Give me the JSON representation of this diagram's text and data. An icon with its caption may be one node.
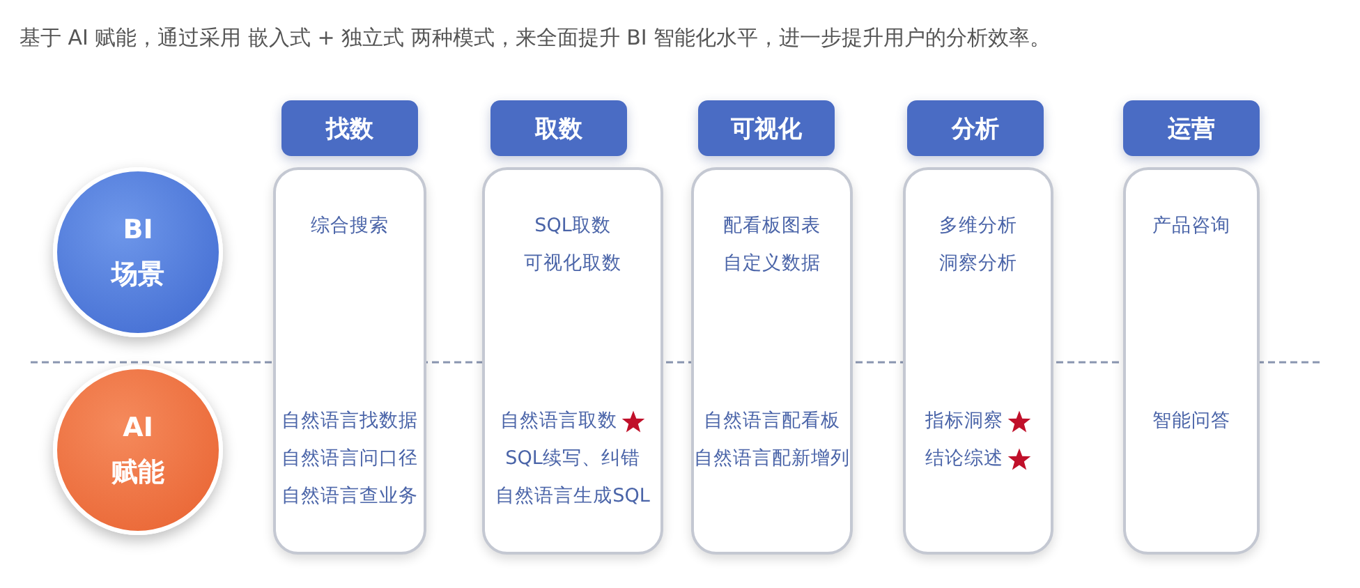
{
  "diagram": {
    "title": "基于 AI 赋能，通过采用 嵌入式 + 独立式 两种模式，来全面提升 BI 智能化水平，进一步提升用户的分析效率。",
    "nodes": [
      {
        "text": [
          "BI 场景"
        ]
      },
      {
        "text": [
          "AI 赋能"
        ]
      },
      {
        "text": [
          "找数"
        ]
      },
      {
        "text": [
          "取数"
        ]
      },
      {
        "text": [
          "可视化"
        ]
      },
      {
        "text": [
          "分析"
        ]
      },
      {
        "text": [
          "运营"
        ]
      },
      {
        "text": [
          "综合搜索",
          "自然语言找数据",
          "自然语言问口径",
          "自然语言查业务"
        ]
      },
      {
        "text": [
          "SQL取数",
          "可视化取数",
          "自然语言取数",
          "SQL续写、纠错",
          "自然语言生成SQL"
        ]
      },
      {
        "text": [
          "配看板图表",
          "自定义数据",
          "自然语言配看板",
          "自然语言配新增列"
        ]
      },
      {
        "text": [
          "多维分析",
          "洞察分析",
          "指标洞察",
          "结论综述"
        ]
      },
      {
        "text": [
          "产品咨询",
          "智能问答"
        ]
      }
    ],
    "edges": []
  }
}
